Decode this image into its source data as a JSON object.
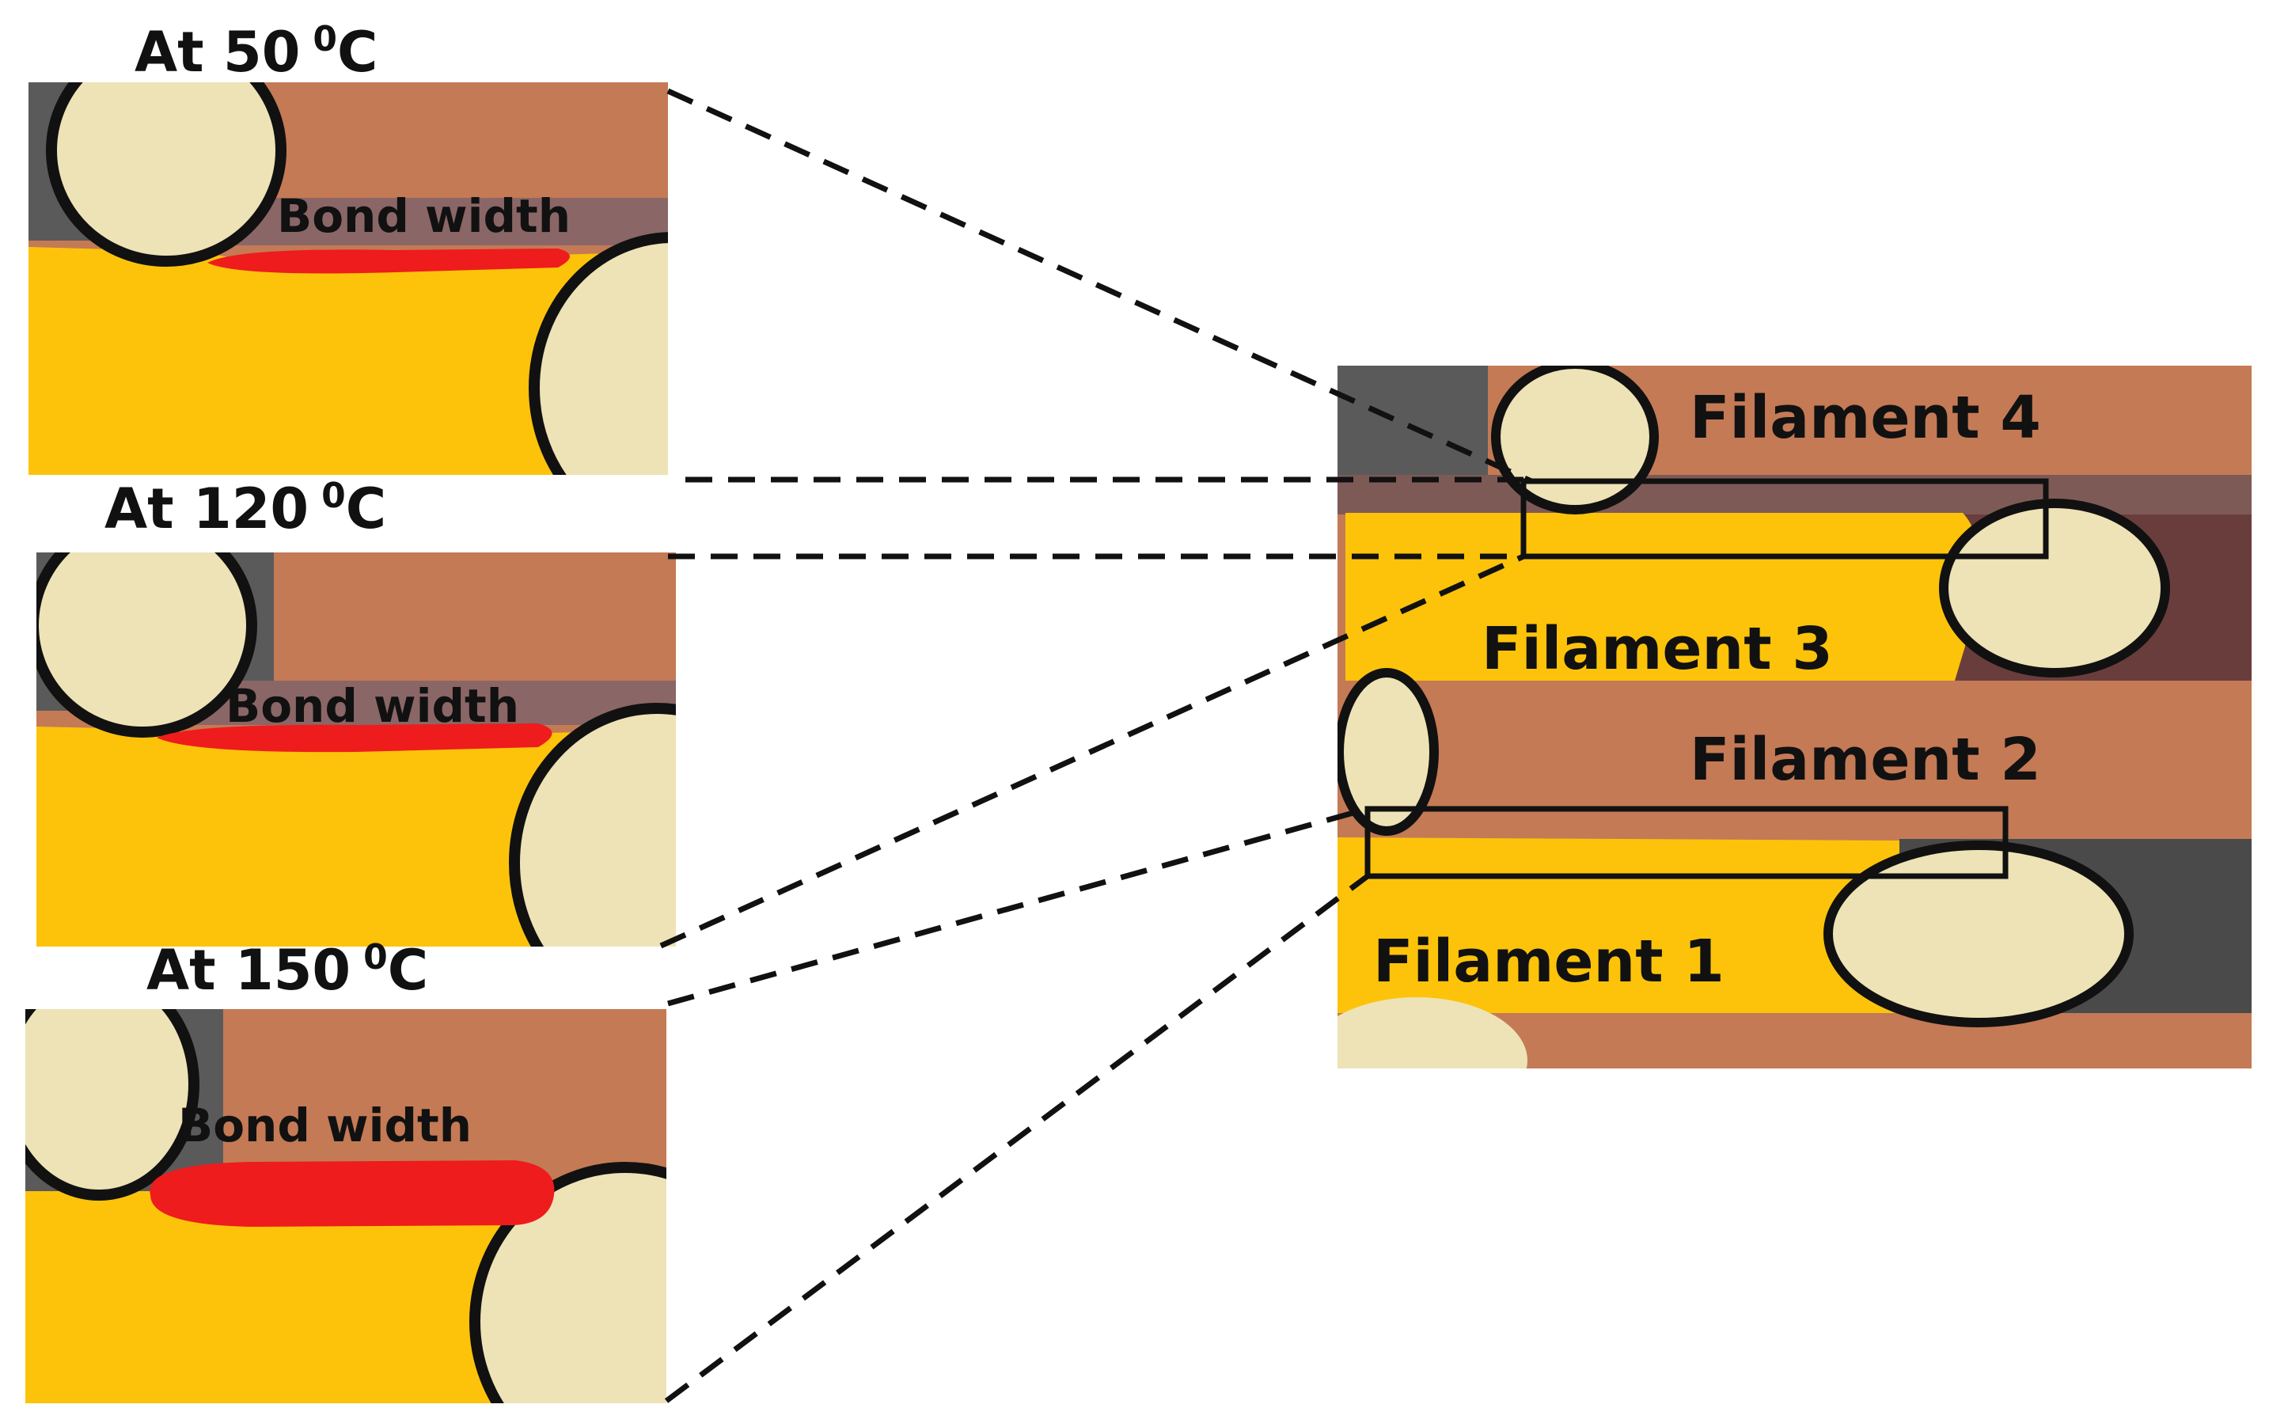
{
  "figure": {
    "panels": [
      {
        "temperature": "At 50",
        "superscript": "0",
        "unit": "C",
        "bond_label": "Bond width"
      },
      {
        "temperature": "At 120",
        "superscript": "0",
        "unit": "C",
        "bond_label": "Bond width"
      },
      {
        "temperature": "At 150",
        "superscript": "0",
        "unit": "C",
        "bond_label": "Bond width"
      }
    ],
    "filaments": [
      "Filament 4",
      "Filament 3",
      "Filament 2",
      "Filament 1"
    ],
    "colors": {
      "top_filament": "#c47a55",
      "bottom_filament": "#fcc30a",
      "fiber": "#ede3b6",
      "bond": "#ee1c1c",
      "void": "#5a5a5a",
      "outline": "#111111"
    }
  }
}
